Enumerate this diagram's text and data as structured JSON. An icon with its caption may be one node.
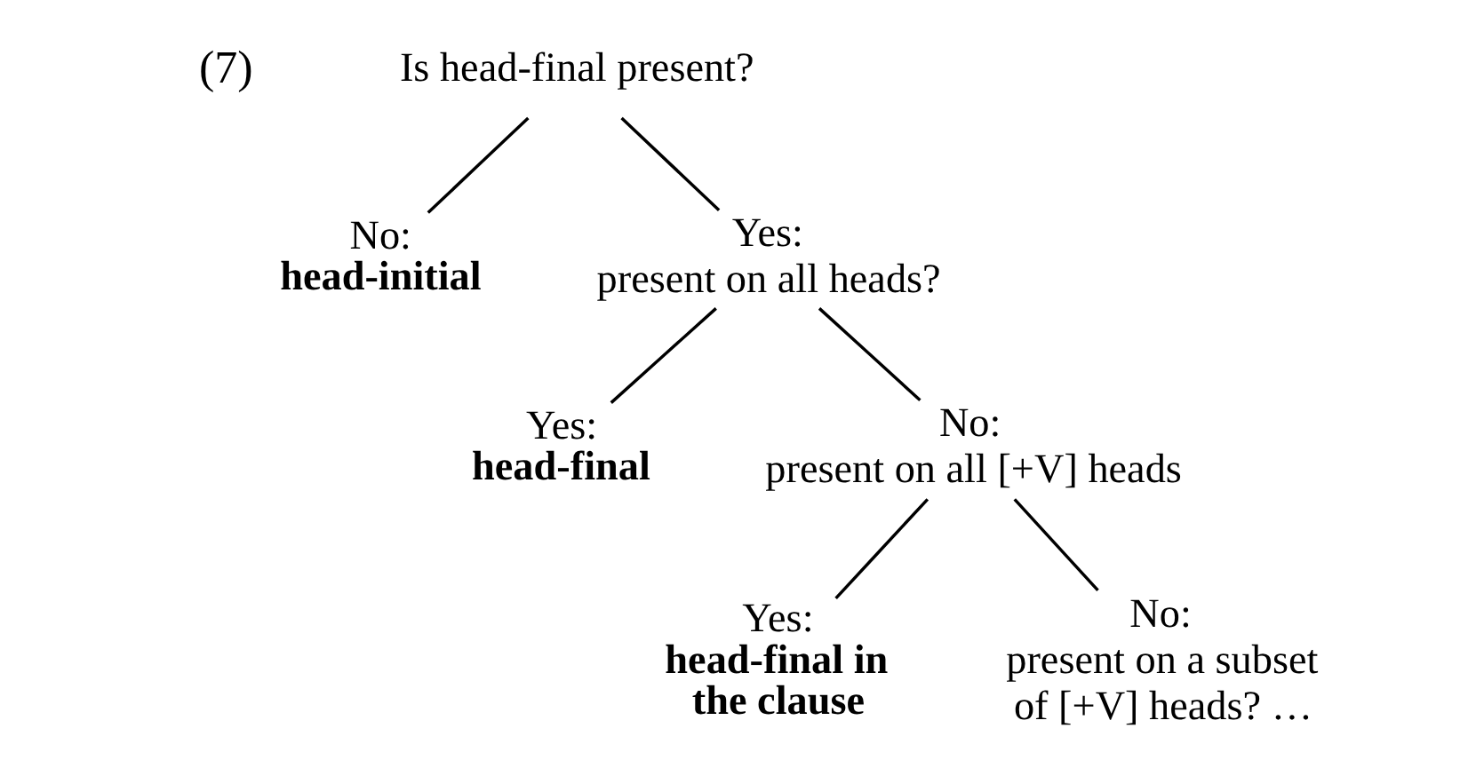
{
  "diagram": {
    "nodes": [
      {
        "text": [
          "Is head-final present?"
        ]
      },
      {
        "text": [
          "No:",
          "head-initial"
        ]
      },
      {
        "text": [
          "Yes:",
          "present on all heads?"
        ]
      },
      {
        "text": [
          "Yes:",
          "head-final"
        ]
      },
      {
        "text": [
          "No:",
          "present on all [+V] heads"
        ]
      },
      {
        "text": [
          "Yes:",
          "head-final in the clause"
        ]
      },
      {
        "text": [
          "No:",
          "present on a subset of [+V] heads? …"
        ]
      }
    ],
    "edges": [
      {
        "from": 0,
        "to": 1,
        "arrow": "none"
      },
      {
        "from": 0,
        "to": 2,
        "arrow": "none"
      },
      {
        "from": 2,
        "to": 3,
        "arrow": "none"
      },
      {
        "from": 2,
        "to": 4,
        "arrow": "none"
      },
      {
        "from": 4,
        "to": 5,
        "arrow": "none"
      },
      {
        "from": 4,
        "to": 6,
        "arrow": "none"
      }
    ],
    "labels": [
      "(7)"
    ]
  }
}
